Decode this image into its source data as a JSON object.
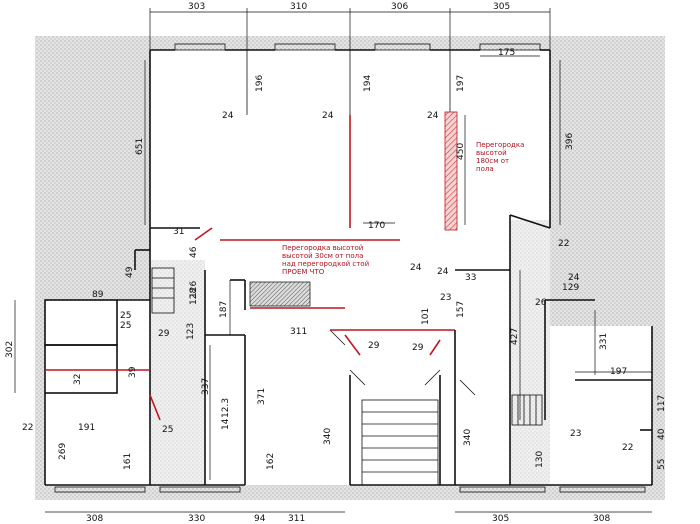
{
  "plan": {
    "colors": {
      "wall": "#111111",
      "dotted_fill": "#d6d6d6",
      "partition": "#c4141e",
      "hatch": "#d64a4a",
      "text": "#111111"
    },
    "notes": [
      {
        "id": "partition-right",
        "lines": [
          "Перегородка",
          "высотой",
          "180см от",
          "пола"
        ]
      },
      {
        "id": "partition-center",
        "lines": [
          "Перегородка высотой",
          "высотой 30см от пола",
          "над перегородкой стой",
          "ПРОЕМ ЧТО"
        ]
      }
    ],
    "dimensions": {
      "top": [
        "303",
        "310",
        "306",
        "305"
      ],
      "bottom": [
        "308",
        "330",
        "94",
        "311",
        "305",
        "308"
      ],
      "windows": [
        "196",
        "194",
        "197",
        "175"
      ],
      "piers": [
        "24",
        "24",
        "24"
      ],
      "room_heights": [
        "651",
        "396",
        "450"
      ],
      "partition_width": "170",
      "left_wing": [
        "302",
        "128",
        "89",
        "25",
        "25",
        "32",
        "39",
        "29",
        "191",
        "269",
        "161",
        "25",
        "22",
        "49",
        "31",
        "46",
        "126"
      ],
      "center": [
        "187",
        "311",
        "123",
        "337",
        "371",
        "12.3",
        "14",
        "162",
        "340",
        "29",
        "29",
        "101",
        "157",
        "24",
        "24",
        "33",
        "23",
        "340"
      ],
      "right_wing": [
        "22",
        "24",
        "26",
        "129",
        "427",
        "331",
        "197",
        "117",
        "55",
        "40",
        "22",
        "23",
        "130"
      ]
    }
  }
}
